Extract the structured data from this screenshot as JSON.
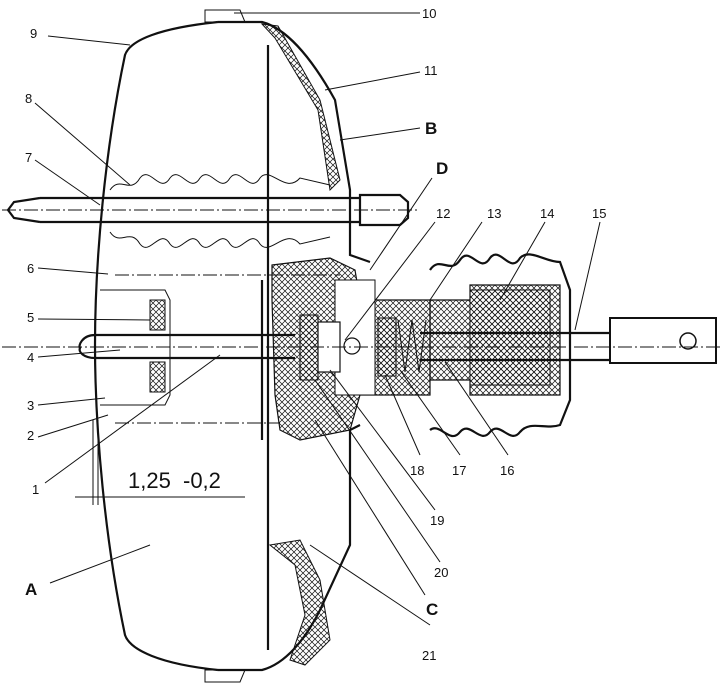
{
  "numbers": {
    "n1": "1",
    "n2": "2",
    "n3": "3",
    "n4": "4",
    "n5": "5",
    "n6": "6",
    "n7": "7",
    "n8": "8",
    "n9": "9",
    "n10": "10",
    "n11": "11",
    "n12": "12",
    "n13": "13",
    "n14": "14",
    "n15": "15",
    "n16": "16",
    "n17": "17",
    "n18": "18",
    "n19": "19",
    "n20": "20",
    "n21": "21"
  },
  "letters": {
    "a": "A",
    "b": "B",
    "c": "C",
    "d": "D"
  },
  "dimension": {
    "main": "1,25",
    "tol": "-0,2"
  },
  "colors": {
    "ink": "#111111",
    "paper": "#ffffff"
  }
}
